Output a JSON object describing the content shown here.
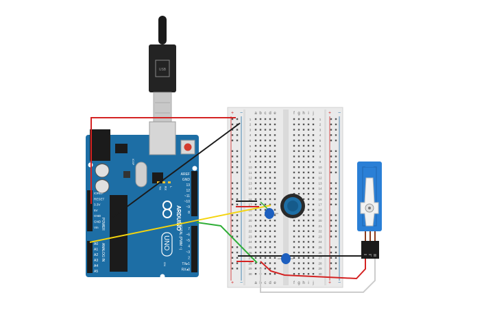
{
  "arduino": {
    "brand": "ARDUINO",
    "model": "UNO",
    "reset_label": "RESET",
    "power_header_label": "POWER",
    "analog_header_label": "ANALOG IN",
    "digital_header_label": "DIGITAL (PWM ~)",
    "power_pins": [
      "IOREF",
      "RESET",
      "3.3V",
      "5V",
      "GND",
      "GND",
      "Vin"
    ],
    "analog_pins": [
      "A0",
      "A1",
      "A2",
      "A3",
      "A4",
      "A5"
    ],
    "digital_top": [
      "AREF",
      "GND",
      "13",
      "12",
      "~11",
      "~10",
      "~9",
      "8"
    ],
    "digital_bottom": [
      "7",
      "~6",
      "~5",
      "4",
      "~3",
      "2",
      "TX▸1",
      "RX◂0"
    ],
    "led_labels": [
      "TX",
      "RX",
      "L"
    ],
    "on_label": "ON",
    "icsp_label": "ICSP"
  },
  "breadboard": {
    "columns_left": [
      "a",
      "b",
      "c",
      "d",
      "e"
    ],
    "columns_right": [
      "f",
      "g",
      "h",
      "i",
      "j"
    ],
    "rows": 30,
    "rail_plus": "+",
    "rail_minus": "−"
  },
  "components": {
    "usb_label": "USB",
    "potentiometer": "potentiometer",
    "servo": "servo"
  },
  "colors": {
    "board_blue": "#1d6ea5",
    "breadboard": "#eaeaea",
    "wire_red": "#d42121",
    "wire_black": "#1b1b1b",
    "wire_yellow": "#f4d40e",
    "wire_green": "#2fae37",
    "wire_white": "#cccccc",
    "capacitor": "#1d5fbf",
    "servo_blue": "#2a7fd6"
  }
}
